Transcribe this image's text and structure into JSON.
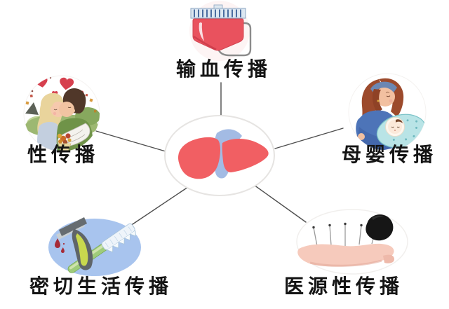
{
  "center": {
    "icon": "liver-icon"
  },
  "nodes": [
    {
      "id": "transfusion",
      "label": "输血传播",
      "icon": "blood-bag-icon"
    },
    {
      "id": "sexual",
      "label": "性传播",
      "icon": "kissing-couple-icon"
    },
    {
      "id": "mother-infant",
      "label": "母婴传播",
      "icon": "mother-baby-icon"
    },
    {
      "id": "close-contact",
      "label": "密切生活传播",
      "icon": "razor-toothbrush-icon"
    },
    {
      "id": "iatrogenic",
      "label": "医源性传播",
      "icon": "acupuncture-arm-icon"
    }
  ],
  "colors": {
    "label_text": "#141414",
    "connector_line": "#4d4d4d",
    "heart_red": "#d6404e",
    "liver_red": "#f15f63",
    "liver_vessel_blue": "#a3bbe4",
    "blood_bag_red": "#e9525e",
    "bag_cap_blue": "#dce7f1",
    "bag_cap_stripe": "#4a6da0",
    "tube_gray": "#8b8b8b",
    "close_contact_bg_blue": "#a8c4ee",
    "toothbrush_green": "#9fcc7a",
    "razor_gray": "#5f6569",
    "razor_grip_green": "#c8d84e",
    "blood_drop": "#a62b38",
    "skin": "#f2c0a0",
    "arm_skin": "#f6cabc",
    "mother_top_blue": "#4d74b8",
    "blanket_teal": "#b9e4e6",
    "shirt_green": "#6f9348",
    "woman_hair_blonde": "#e9d49c",
    "man_hair_brown": "#503729",
    "mother_hair_auburn": "#9c4a2c"
  }
}
